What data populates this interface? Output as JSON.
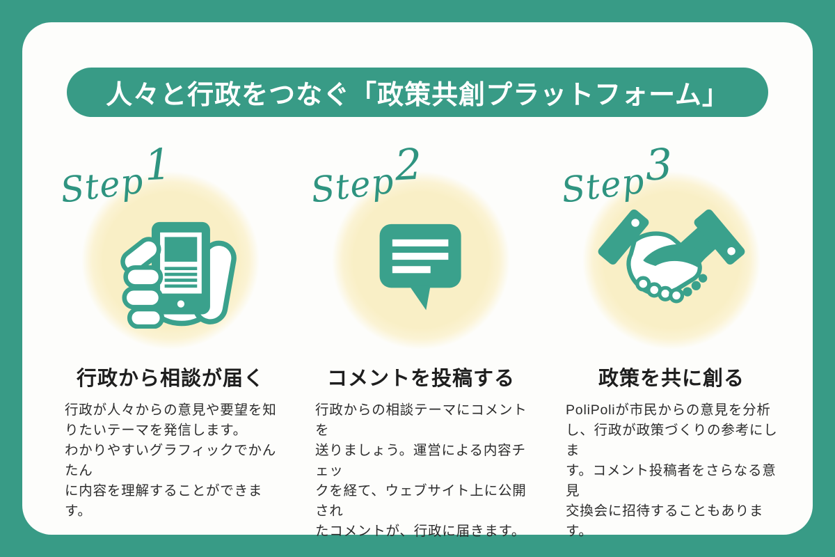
{
  "header": {
    "title": "人々と行政をつなぐ「政策共創プラットフォーム」"
  },
  "colors": {
    "background_teal": "#389b86",
    "banner_teal": "#389b86",
    "icon_teal": "#3aa18c",
    "script_teal": "#2f9480",
    "circle_yellow": "#f9efc6",
    "card_background": "#fdfdfb",
    "heading_text": "#1e1e1e",
    "body_text": "#2c2c2c"
  },
  "steps": [
    {
      "label": "Step",
      "number": "1",
      "icon": "smartphone-in-hand-icon",
      "heading": "行政から相談が届く",
      "body": "行政が人々からの意見や要望を知\nりたいテーマを発信します。\nわかりやすいグラフィックでかんたん\nに内容を理解することができます。"
    },
    {
      "label": "Step",
      "number": "2",
      "icon": "speech-bubble-icon",
      "heading": "コメントを投稿する",
      "body": "行政からの相談テーマにコメントを\n送りましょう。運営による内容チェッ\nクを経て、ウェブサイト上に公開され\nたコメントが、行政に届きます。"
    },
    {
      "label": "Step",
      "number": "3",
      "icon": "handshake-icon",
      "heading": "政策を共に創る",
      "body": "PoliPoliが市民からの意見を分析\nし、行政が政策づくりの参考にしま\nす。コメント投稿者をさらなる意見\n交換会に招待することもあります。"
    }
  ]
}
